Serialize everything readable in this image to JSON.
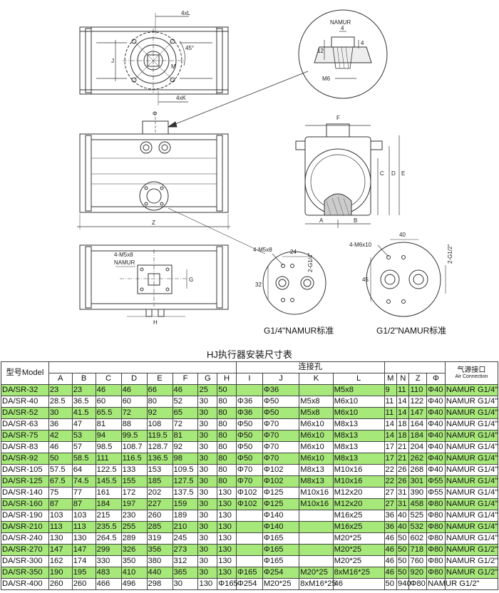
{
  "drawing": {
    "top_labels": {
      "lbl_4xL": "4xL",
      "lbl_4xK": "4xK",
      "lbl_45": "45°",
      "lbl_J": "J",
      "lbl_M": "M"
    },
    "namur_detail": {
      "title": "NAMUR",
      "dim_4a": "4",
      "dim_4b": "4",
      "dim_12": "12",
      "dim_M6": "M6"
    },
    "front_labels": {
      "phi": "Φ",
      "z": "Z"
    },
    "side_labels": {
      "f": "F",
      "a": "A",
      "b": "B",
      "c": "C",
      "d": "D",
      "e": "E"
    },
    "bottom_labels": {
      "m5x8": "4-M5x8",
      "namur": "NAMUR",
      "g": "G",
      "h": "H"
    },
    "port14": {
      "thread": "4-M5x8",
      "dim_24": "24",
      "dim_32": "32",
      "g14": "2-G1/4\""
    },
    "port12": {
      "thread": "4-M6x10",
      "dim_40": "40",
      "dim_45": "45",
      "g12": "2-G1/2\""
    },
    "caption_14": "G1/4\"NAMUR标准",
    "caption_12": "G1/2\"NAMUR标准"
  },
  "table": {
    "title": "HJ执行器安装尺寸表",
    "header_model": "型号Model",
    "header_conn": "连接孔",
    "header_air_cn": "气源接口",
    "header_air_en": "Air Connection",
    "columns": [
      "A",
      "B",
      "C",
      "D",
      "E",
      "F",
      "G",
      "H",
      "I",
      "J",
      "K",
      "L",
      "M",
      "N",
      "Z",
      "Φ"
    ],
    "rows": [
      {
        "green": true,
        "cells": [
          "DA/SR-32",
          "23",
          "23",
          "46",
          "46",
          "66",
          "46",
          "25",
          "50",
          "",
          "Φ36",
          "",
          "M5x8",
          "9",
          "11",
          "110",
          "Φ40",
          "NAMUR G1/4\""
        ]
      },
      {
        "green": false,
        "cells": [
          "DA/SR-40",
          "28.5",
          "36.5",
          "60",
          "60",
          "80",
          "52",
          "30",
          "80",
          "Φ36",
          "Φ50",
          "M5x8",
          "M6x10",
          "11",
          "14",
          "122",
          "Φ40",
          "NAMUR G1/4\""
        ]
      },
      {
        "green": true,
        "cells": [
          "DA/SR-52",
          "30",
          "41.5",
          "65.5",
          "72",
          "92",
          "65",
          "30",
          "80",
          "Φ36",
          "Φ50",
          "M5x8",
          "M6x10",
          "11",
          "14",
          "147",
          "Φ40",
          "NAMUR G1/4\""
        ]
      },
      {
        "green": false,
        "cells": [
          "DA/SR-63",
          "36",
          "47",
          "81",
          "88",
          "108",
          "72",
          "30",
          "80",
          "Φ50",
          "Φ70",
          "M6x10",
          "M8x13",
          "14",
          "18",
          "164",
          "Φ40",
          "NAMUR G1/4\""
        ]
      },
      {
        "green": true,
        "cells": [
          "DA/SR-75",
          "42",
          "53",
          "94",
          "99.5",
          "119.5",
          "81",
          "30",
          "80",
          "Φ50",
          "Φ70",
          "M6x10",
          "M8x13",
          "14",
          "18",
          "184",
          "Φ40",
          "NAMUR G1/4\""
        ]
      },
      {
        "green": false,
        "cells": [
          "DA/SR-83",
          "46",
          "57",
          "98.5",
          "108.7",
          "128.7",
          "92",
          "30",
          "80",
          "Φ50",
          "Φ70",
          "M6x10",
          "M8x13",
          "17",
          "21",
          "204",
          "Φ40",
          "NAMUR G1/4\""
        ]
      },
      {
        "green": true,
        "cells": [
          "DA/SR-92",
          "50",
          "58.5",
          "111",
          "116.5",
          "136.5",
          "98",
          "30",
          "80",
          "Φ50",
          "Φ70",
          "M6x10",
          "M8x13",
          "17",
          "21",
          "262",
          "Φ40",
          "NAMUR G1/4\""
        ]
      },
      {
        "green": false,
        "cells": [
          "DA/SR-105",
          "57.5",
          "64",
          "122.5",
          "133",
          "153",
          "109.5",
          "30",
          "80",
          "Φ70",
          "Φ102",
          "M8x13",
          "M10x16",
          "22",
          "26",
          "268",
          "Φ40",
          "NAMUR G1/4\""
        ]
      },
      {
        "green": true,
        "cells": [
          "DA/SR-125",
          "67.5",
          "74.5",
          "145.5",
          "155",
          "185",
          "127.5",
          "30",
          "80",
          "Φ70",
          "Φ102",
          "M8x13",
          "M10x16",
          "22",
          "26",
          "301",
          "Φ55",
          "NAMUR G1/4\""
        ]
      },
      {
        "green": false,
        "cells": [
          "DA/SR-140",
          "75",
          "77",
          "161",
          "172",
          "202",
          "137.5",
          "30",
          "130",
          "Φ102",
          "Φ125",
          "M10x16",
          "M12x20",
          "27",
          "31",
          "390",
          "Φ55",
          "NAMUR G1/4\""
        ]
      },
      {
        "green": true,
        "cells": [
          "DA/SR-160",
          "87",
          "87",
          "184",
          "197",
          "227",
          "159",
          "30",
          "130",
          "Φ102",
          "Φ125",
          "M10x16",
          "M12x20",
          "27",
          "31",
          "458",
          "Φ80",
          "NAMUR G1/4\""
        ]
      },
      {
        "green": false,
        "cells": [
          "DA/SR-190",
          "103",
          "103",
          "215",
          "230",
          "260",
          "189",
          "30",
          "130",
          "",
          "Φ140",
          "",
          "M16x25",
          "36",
          "40",
          "525",
          "Φ80",
          "NAMUR G1/4\""
        ]
      },
      {
        "green": true,
        "cells": [
          "DA/SR-210",
          "113",
          "113",
          "235.5",
          "255",
          "285",
          "210",
          "30",
          "130",
          "",
          "Φ140",
          "",
          "M16x25",
          "36",
          "40",
          "532",
          "Φ80",
          "NAMUR G1/4\""
        ]
      },
      {
        "green": false,
        "cells": [
          "DA/SR-240",
          "130",
          "130",
          "264.5",
          "289",
          "319",
          "245",
          "30",
          "130",
          "",
          "Φ165",
          "",
          "M20*25",
          "46",
          "50",
          "602",
          "Φ80",
          "NAMUR G1/4\""
        ]
      },
      {
        "green": true,
        "cells": [
          "DA/SR-270",
          "147",
          "147",
          "299",
          "326",
          "356",
          "273",
          "30",
          "130",
          "",
          "Φ165",
          "",
          "M20*25",
          "46",
          "50",
          "718",
          "Φ80",
          "NAMUR G1/2\""
        ]
      },
      {
        "green": false,
        "cells": [
          "DA/SR-300",
          "162",
          "174",
          "330",
          "350",
          "380",
          "312",
          "30",
          "130",
          "",
          "Φ165",
          "",
          "M20*25",
          "46",
          "50",
          "760",
          "Φ80",
          "NAMUR G1/2\""
        ]
      },
      {
        "green": true,
        "cells": [
          "DA/SR-350",
          "190",
          "195",
          "483",
          "410",
          "440",
          "365",
          "30",
          "130",
          "Φ165",
          "Φ254",
          "M20*25",
          "8xM16*25",
          "46",
          "50",
          "920",
          "Φ80",
          "NAMUR G1/2\""
        ]
      },
      {
        "green": false,
        "cells": [
          "DA/SR-400",
          "260",
          "260",
          "466",
          "496",
          "298",
          "30",
          "130",
          "Φ165",
          "Φ254",
          "M20*25",
          "8xM16*25",
          "46",
          "50",
          "940",
          "Φ80",
          "NAMUR G1/2\"",
          ""
        ]
      }
    ]
  }
}
